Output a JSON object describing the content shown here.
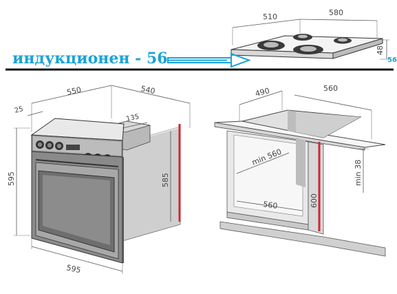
{
  "annotation": {
    "label": "индукционен - 56",
    "side_value": "56",
    "arrow_color": "#1aa3d6",
    "text_color": "#1aa3d6"
  },
  "hob": {
    "dims": {
      "depth": "510",
      "width": "580",
      "height": "48"
    }
  },
  "oven": {
    "dims": {
      "depth": "550",
      "width_top": "540",
      "front_offset": "25",
      "top_inset": "135",
      "height": "595",
      "inner_height": "585",
      "width_bottom": "595"
    }
  },
  "niche": {
    "dims": {
      "depth": "490",
      "width_top": "560",
      "min_depth": "min 560",
      "min_top": "min 38",
      "height": "600",
      "width_bottom": "560"
    }
  },
  "colors": {
    "red_marker": "#d0262f",
    "divider": "#111111"
  }
}
